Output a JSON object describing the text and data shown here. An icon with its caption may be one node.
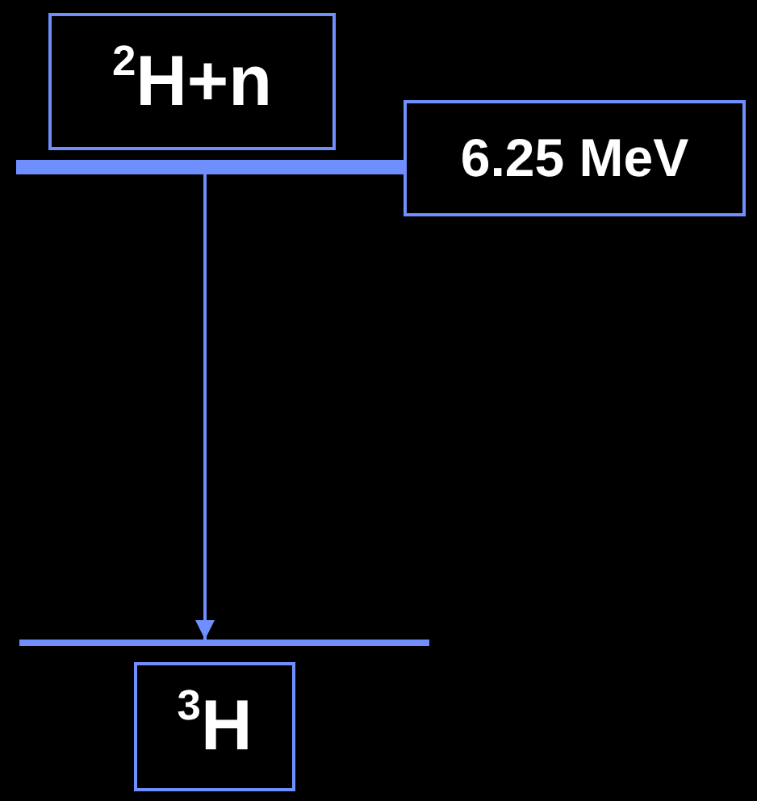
{
  "diagram": {
    "nodes": [
      {
        "text": [
          "$^{2}$H+n"
        ]
      },
      {
        "text": [],
        "shape": "bar"
      },
      {
        "text": [
          "6.25 MeV"
        ]
      },
      {
        "text": [],
        "shape": "bar"
      },
      {
        "text": [
          "$^{3}$H"
        ]
      }
    ],
    "edges": [
      {
        "from": 1,
        "to": 3,
        "arrow": "to"
      }
    ]
  }
}
